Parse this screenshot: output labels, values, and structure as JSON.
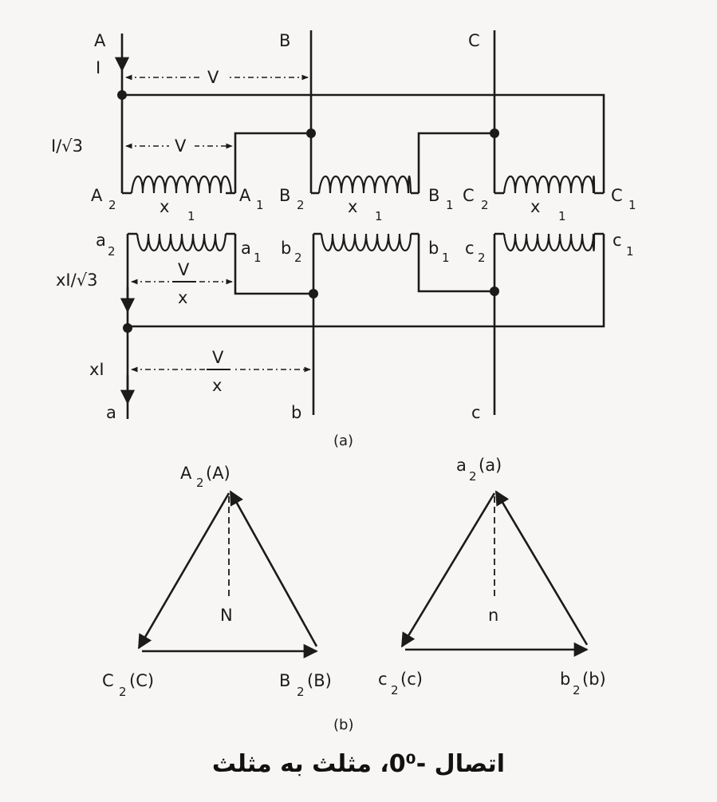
{
  "phases": {
    "A": "A",
    "B": "B",
    "C": "C",
    "a": "a",
    "b": "b",
    "c": "c"
  },
  "primary": {
    "terminals": [
      {
        "base": "A",
        "sub": "2"
      },
      {
        "base": "A",
        "sub": "1"
      },
      {
        "base": "B",
        "sub": "2"
      },
      {
        "base": "B",
        "sub": "1"
      },
      {
        "base": "C",
        "sub": "2"
      },
      {
        "base": "C",
        "sub": "1"
      }
    ],
    "current_label": "I",
    "phase_current_label": "I/√3",
    "line_voltage": "V",
    "phase_voltage": "V"
  },
  "secondary": {
    "terminals": [
      {
        "base": "a",
        "sub": "2"
      },
      {
        "base": "a",
        "sub": "1"
      },
      {
        "base": "b",
        "sub": "2"
      },
      {
        "base": "b",
        "sub": "1"
      },
      {
        "base": "c",
        "sub": "2"
      },
      {
        "base": "c",
        "sub": "1"
      }
    ],
    "current_label": "xI",
    "phase_current_label": "xI/√3",
    "voltage_num": "V",
    "voltage_den": "x"
  },
  "turns_ratio": {
    "base": "x",
    "sub": "1"
  },
  "part_a_caption": "(a)",
  "part_b_caption": "(b)",
  "phasor_primary": {
    "top": {
      "base": "A",
      "sub": "2",
      "paren": "(A)"
    },
    "left": {
      "base": "C",
      "sub": "2",
      "paren": "(C)"
    },
    "right": {
      "base": "B",
      "sub": "2",
      "paren": "(B)"
    },
    "neutral": "N"
  },
  "phasor_secondary": {
    "top": {
      "base": "a",
      "sub": "2",
      "paren": "(a)"
    },
    "left": {
      "base": "c",
      "sub": "2",
      "paren": "(c)"
    },
    "right": {
      "base": "b",
      "sub": "2",
      "paren": "(b)"
    },
    "neutral": "n"
  },
  "figure_caption": "اتصال -0⁰، مثلث به مثلث"
}
